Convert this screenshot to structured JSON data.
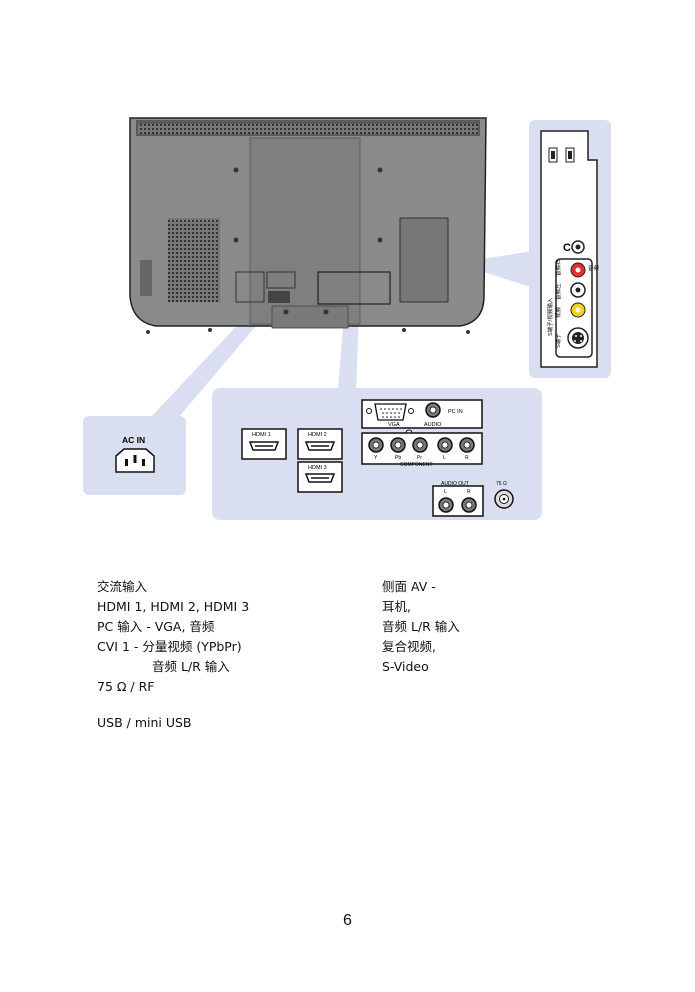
{
  "diagram": {
    "ac_in_label": "AC IN",
    "hdmi1_label": "HDMI 1",
    "hdmi2_label": "HDMI 2",
    "hdmi3_label": "HDMI 3",
    "vga_label": "VGA",
    "audio_label": "AUDIO",
    "pc_in_label": "PC IN",
    "comp_y": "Y",
    "comp_pb": "Pb",
    "comp_pr": "Pr",
    "comp_l": "L",
    "comp_r": "R",
    "component_label": "COMPONENT",
    "audio_out_label": "AUDIO OUT",
    "audio_out_l": "L",
    "audio_out_r": "R",
    "rf_label": "75 Ω",
    "side_vertical_label": "S端子/视频输入",
    "side_r_label": "音频右",
    "side_l_label": "音频左",
    "side_video_label": "视频",
    "side_svideo_label": "S端子",
    "side_audio_label": "音频"
  },
  "left_list": [
    "交流输入",
    "HDMI 1, HDMI 2, HDMI 3",
    "PC 输入 - VGA, 音频",
    "CVI 1 - 分量视频 (YPbPr)",
    "音频 L/R 输入",
    "75 Ω / RF",
    "USB / mini USB"
  ],
  "right_list": [
    "侧面 AV -",
    "耳机,",
    "音频 L/R 输入",
    "复合视频,",
    "S-Video"
  ],
  "page_number": "6"
}
